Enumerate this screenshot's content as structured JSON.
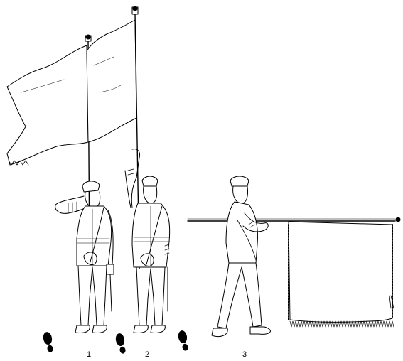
{
  "figures": [
    {
      "label": "1"
    },
    {
      "label": "2"
    },
    {
      "label": "3"
    }
  ],
  "colors": {
    "line": "#000000",
    "fill": "#ffffff",
    "footprint": "#000000"
  },
  "icons": [
    "left-footprint-icon",
    "right-footprint-icon"
  ]
}
